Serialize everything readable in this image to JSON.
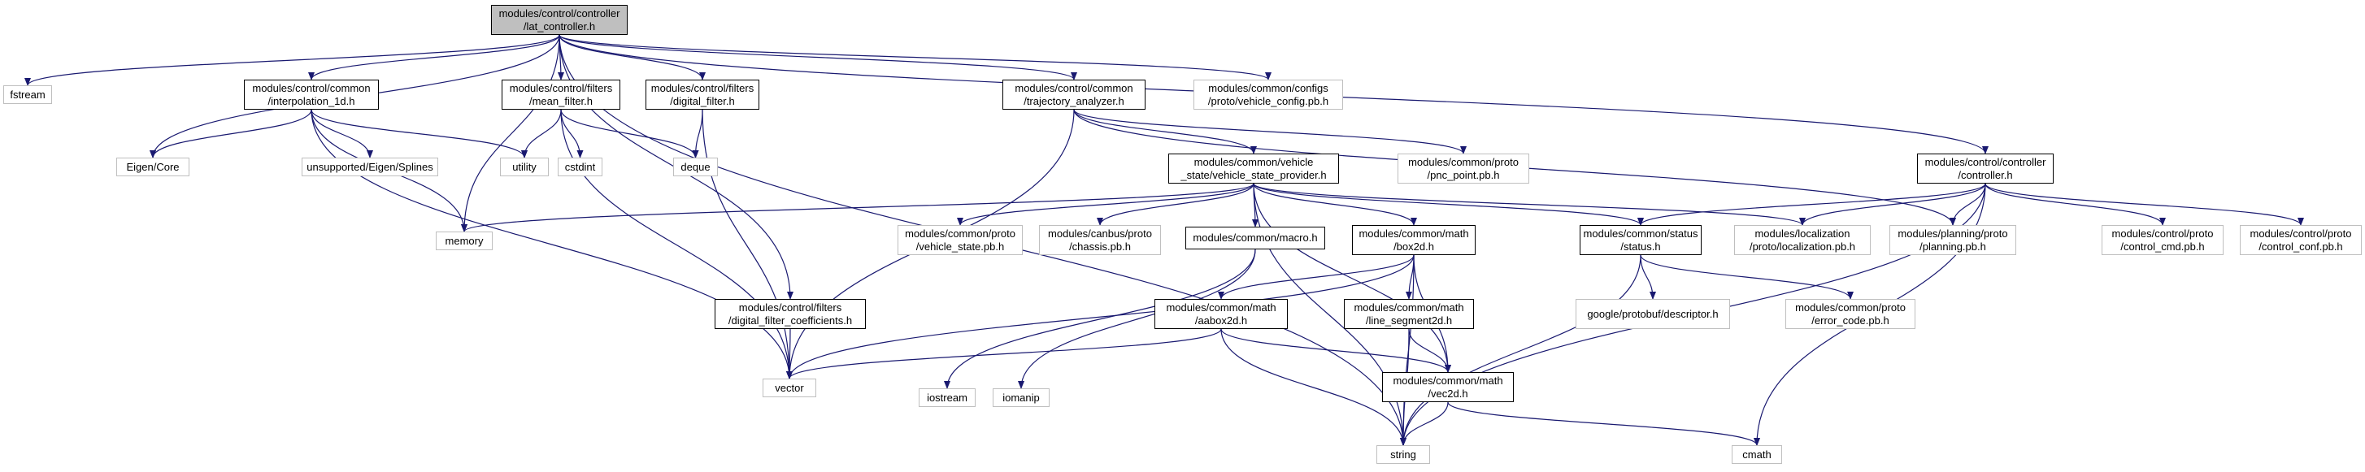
{
  "colors": {
    "edge": "#191970",
    "root_fill": "#bfbfbf",
    "external_border": "#bfbfbf",
    "internal_border": "#000000"
  },
  "nodes": [
    {
      "id": "lat_controller",
      "kind": "root",
      "lines": [
        "modules/control/controller",
        "/lat_controller.h"
      ]
    },
    {
      "id": "fstream",
      "kind": "external",
      "lines": [
        "fstream"
      ]
    },
    {
      "id": "interpolation_1d",
      "kind": "internal",
      "lines": [
        "modules/control/common",
        "/interpolation_1d.h"
      ]
    },
    {
      "id": "mean_filter",
      "kind": "internal",
      "lines": [
        "modules/control/filters",
        "/mean_filter.h"
      ]
    },
    {
      "id": "digital_filter",
      "kind": "internal",
      "lines": [
        "modules/control/filters",
        "/digital_filter.h"
      ]
    },
    {
      "id": "trajectory_analyzer",
      "kind": "internal",
      "lines": [
        "modules/control/common",
        "/trajectory_analyzer.h"
      ]
    },
    {
      "id": "vehicle_config",
      "kind": "external",
      "lines": [
        "modules/common/configs",
        "/proto/vehicle_config.pb.h"
      ]
    },
    {
      "id": "eigen_core",
      "kind": "external",
      "lines": [
        "Eigen/Core"
      ]
    },
    {
      "id": "eigen_splines",
      "kind": "external",
      "lines": [
        "unsupported/Eigen/Splines"
      ]
    },
    {
      "id": "utility",
      "kind": "external",
      "lines": [
        "utility"
      ]
    },
    {
      "id": "cstdint",
      "kind": "external",
      "lines": [
        "cstdint"
      ]
    },
    {
      "id": "deque",
      "kind": "external",
      "lines": [
        "deque"
      ]
    },
    {
      "id": "vehicle_state_provider",
      "kind": "internal",
      "lines": [
        "modules/common/vehicle",
        "_state/vehicle_state_provider.h"
      ]
    },
    {
      "id": "pnc_point",
      "kind": "external",
      "lines": [
        "modules/common/proto",
        "/pnc_point.pb.h"
      ]
    },
    {
      "id": "controller",
      "kind": "internal",
      "lines": [
        "modules/control/controller",
        "/controller.h"
      ]
    },
    {
      "id": "memory",
      "kind": "external",
      "lines": [
        "memory"
      ]
    },
    {
      "id": "vehicle_state_pb",
      "kind": "external",
      "lines": [
        "modules/common/proto",
        "/vehicle_state.pb.h"
      ]
    },
    {
      "id": "chassis_pb",
      "kind": "external",
      "lines": [
        "modules/canbus/proto",
        "/chassis.pb.h"
      ]
    },
    {
      "id": "macro",
      "kind": "internal",
      "lines": [
        "modules/common/macro.h"
      ]
    },
    {
      "id": "box2d",
      "kind": "internal",
      "lines": [
        "modules/common/math",
        "/box2d.h"
      ]
    },
    {
      "id": "status",
      "kind": "internal",
      "lines": [
        "modules/common/status",
        "/status.h"
      ]
    },
    {
      "id": "localization_pb",
      "kind": "external",
      "lines": [
        "modules/localization",
        "/proto/localization.pb.h"
      ]
    },
    {
      "id": "planning_pb",
      "kind": "external",
      "lines": [
        "modules/planning/proto",
        "/planning.pb.h"
      ]
    },
    {
      "id": "control_cmd_pb",
      "kind": "external",
      "lines": [
        "modules/control/proto",
        "/control_cmd.pb.h"
      ]
    },
    {
      "id": "control_conf_pb",
      "kind": "external",
      "lines": [
        "modules/control/proto",
        "/control_conf.pb.h"
      ]
    },
    {
      "id": "digital_filter_coefficients",
      "kind": "internal",
      "lines": [
        "modules/control/filters",
        "/digital_filter_coefficients.h"
      ]
    },
    {
      "id": "iostream",
      "kind": "external",
      "lines": [
        "iostream"
      ]
    },
    {
      "id": "iomanip",
      "kind": "external",
      "lines": [
        "iomanip"
      ]
    },
    {
      "id": "aabox2d",
      "kind": "internal",
      "lines": [
        "modules/common/math",
        "/aabox2d.h"
      ]
    },
    {
      "id": "line_segment2d",
      "kind": "internal",
      "lines": [
        "modules/common/math",
        "/line_segment2d.h"
      ]
    },
    {
      "id": "descriptor",
      "kind": "external",
      "lines": [
        "google/protobuf/descriptor.h"
      ]
    },
    {
      "id": "error_code_pb",
      "kind": "external",
      "lines": [
        "modules/common/proto",
        "/error_code.pb.h"
      ]
    },
    {
      "id": "vector",
      "kind": "external",
      "lines": [
        "vector"
      ]
    },
    {
      "id": "vec2d",
      "kind": "internal",
      "lines": [
        "modules/common/math",
        "/vec2d.h"
      ]
    },
    {
      "id": "string",
      "kind": "external",
      "lines": [
        "string"
      ]
    },
    {
      "id": "cmath",
      "kind": "external",
      "lines": [
        "cmath"
      ]
    }
  ],
  "edges": [
    [
      "lat_controller",
      "fstream"
    ],
    [
      "lat_controller",
      "interpolation_1d"
    ],
    [
      "lat_controller",
      "mean_filter"
    ],
    [
      "lat_controller",
      "digital_filter"
    ],
    [
      "lat_controller",
      "trajectory_analyzer"
    ],
    [
      "lat_controller",
      "vehicle_config"
    ],
    [
      "lat_controller",
      "controller"
    ],
    [
      "lat_controller",
      "eigen_core"
    ],
    [
      "lat_controller",
      "memory"
    ],
    [
      "lat_controller",
      "digital_filter_coefficients"
    ],
    [
      "lat_controller",
      "string"
    ],
    [
      "interpolation_1d",
      "eigen_core"
    ],
    [
      "interpolation_1d",
      "eigen_splines"
    ],
    [
      "interpolation_1d",
      "utility"
    ],
    [
      "interpolation_1d",
      "memory"
    ],
    [
      "interpolation_1d",
      "vector"
    ],
    [
      "mean_filter",
      "utility"
    ],
    [
      "mean_filter",
      "cstdint"
    ],
    [
      "mean_filter",
      "deque"
    ],
    [
      "mean_filter",
      "vector"
    ],
    [
      "digital_filter",
      "deque"
    ],
    [
      "digital_filter",
      "vector"
    ],
    [
      "digital_filter_coefficients",
      "vector"
    ],
    [
      "trajectory_analyzer",
      "vehicle_state_provider"
    ],
    [
      "trajectory_analyzer",
      "pnc_point"
    ],
    [
      "trajectory_analyzer",
      "planning_pb"
    ],
    [
      "trajectory_analyzer",
      "vector"
    ],
    [
      "vehicle_state_provider",
      "memory"
    ],
    [
      "vehicle_state_provider",
      "vehicle_state_pb"
    ],
    [
      "vehicle_state_provider",
      "chassis_pb"
    ],
    [
      "vehicle_state_provider",
      "macro"
    ],
    [
      "vehicle_state_provider",
      "box2d"
    ],
    [
      "vehicle_state_provider",
      "status"
    ],
    [
      "vehicle_state_provider",
      "localization_pb"
    ],
    [
      "vehicle_state_provider",
      "vec2d"
    ],
    [
      "vehicle_state_provider",
      "string"
    ],
    [
      "macro",
      "iostream"
    ],
    [
      "macro",
      "iomanip"
    ],
    [
      "box2d",
      "aabox2d"
    ],
    [
      "box2d",
      "line_segment2d"
    ],
    [
      "box2d",
      "vec2d"
    ],
    [
      "box2d",
      "vector"
    ],
    [
      "box2d",
      "string"
    ],
    [
      "aabox2d",
      "vec2d"
    ],
    [
      "aabox2d",
      "vector"
    ],
    [
      "aabox2d",
      "string"
    ],
    [
      "line_segment2d",
      "vec2d"
    ],
    [
      "line_segment2d",
      "string"
    ],
    [
      "vec2d",
      "string"
    ],
    [
      "vec2d",
      "cmath"
    ],
    [
      "controller",
      "status"
    ],
    [
      "controller",
      "localization_pb"
    ],
    [
      "controller",
      "planning_pb"
    ],
    [
      "controller",
      "control_cmd_pb"
    ],
    [
      "controller",
      "control_conf_pb"
    ],
    [
      "controller",
      "string"
    ],
    [
      "controller",
      "cmath"
    ],
    [
      "status",
      "descriptor"
    ],
    [
      "status",
      "error_code_pb"
    ],
    [
      "status",
      "string"
    ]
  ]
}
